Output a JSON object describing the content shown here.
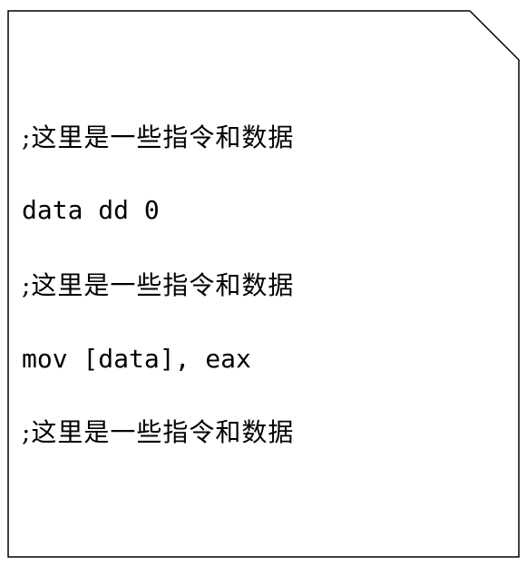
{
  "document": {
    "lines": [
      {
        "text": ";这里是一些指令和数据",
        "kind": "comment"
      },
      {
        "text": "data dd 0",
        "kind": "code"
      },
      {
        "text": ";这里是一些指令和数据",
        "kind": "comment"
      },
      {
        "text": "mov [data], eax",
        "kind": "code"
      },
      {
        "text": ";这里是一些指令和数据",
        "kind": "comment"
      }
    ]
  }
}
